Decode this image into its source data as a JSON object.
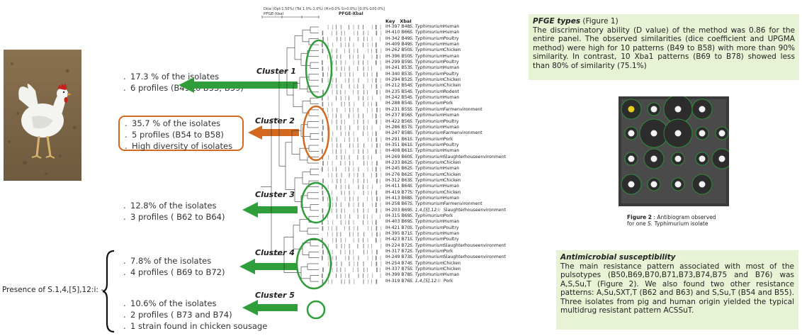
{
  "dendrogram_header": {
    "scale_note": "Dice (Opt:1.50%) (Tol 1.0%-1.0%) (H>0.0% S>0.0%) [0.0%-100.0%]",
    "scale_left": "PFGE-XbaI",
    "scale_title": "PFGE-XbaI",
    "key_label": "Key",
    "xbal_label": "XbaI"
  },
  "clusters": [
    {
      "label": "Cluster 1",
      "lines": [
        "17.3 % of the isolates",
        "6 profiles (B49 to  B53; B59)"
      ]
    },
    {
      "label": "Cluster 2",
      "lines": [
        "35.7 % of the  isolates",
        "5 profiles (B54 to B58)",
        "High diversity  of isolates"
      ]
    },
    {
      "label": "Cluster 3",
      "lines": [
        "12.8% of the isolates",
        "3 profiles ( B62 to B64)"
      ]
    },
    {
      "label": "Cluster 4",
      "lines": [
        "7.8% of the isolates",
        "4 profiles ( B69 to B72)"
      ]
    },
    {
      "label": "Cluster 5",
      "lines": [
        "10.6% of the isolates",
        "2 profiles ( B73 and B74)",
        "1 strain found in chicken sousage"
      ]
    }
  ],
  "presence_label": "Presence of S.1,4,[5],12:i: -",
  "isolates": [
    [
      "IH-397 B48",
      "S. Typhimurium",
      "Human"
    ],
    [
      "IH-410 B66",
      "S. Typhimurium",
      "Human"
    ],
    [
      "IH-342 B49",
      "S. Typhimurium",
      "Poultry"
    ],
    [
      "IH-409 B49",
      "S. Typhimurium",
      "Human"
    ],
    [
      "IH-262 B50",
      "S. Typhimurium",
      "Chicken"
    ],
    [
      "IH-396 B50",
      "S. Typhimurium",
      "Human"
    ],
    [
      "IH-299 B59",
      "S. Typhimurium",
      "Poultry"
    ],
    [
      "IH-241 B53",
      "S. Typhimurium",
      "Human"
    ],
    [
      "IH-340 B53",
      "S. Typhimurium",
      "Poultry"
    ],
    [
      "IH-294 B52",
      "S. Typhimurium",
      "Chicken"
    ],
    [
      "IH-212 B54",
      "S. Typhimurium",
      "Chicken"
    ],
    [
      "IH-235 B54",
      "S. Typhimurium",
      "Rodent"
    ],
    [
      "IH-242 B54",
      "S. Typhimurium",
      "Human"
    ],
    [
      "IH-288 B54",
      "S. Typhimurium",
      "Pork"
    ],
    [
      "IH-231 B55",
      "S. Typhimurium",
      "Farmenvironment"
    ],
    [
      "IH-237 B56",
      "S. Typhimurium",
      "Human"
    ],
    [
      "IH-422 B56",
      "S. Typhimurium",
      "Poultry"
    ],
    [
      "IH-286 B57",
      "S. Typhimurium",
      "Human"
    ],
    [
      "IH-247 B58",
      "S. Typhimurium",
      "Farmenvironment"
    ],
    [
      "IH-291 B61",
      "S. Typhimurium",
      "Pork"
    ],
    [
      "IH-351 B61",
      "S. Typhimurium",
      "Poultry"
    ],
    [
      "IH-408 B61",
      "S. Typhimurium",
      "Human"
    ],
    [
      "IH-269 B60",
      "S. Typhimurium",
      "Slaughterhouseenvironment"
    ],
    [
      "IH-233 B62",
      "S. Typhimurium",
      "Chicken"
    ],
    [
      "IH-245 B62",
      "S. Typhimurium",
      "Human"
    ],
    [
      "IH-276 B62",
      "S. Typhimurium",
      "Chicken"
    ],
    [
      "IH-312 B63",
      "S. Typhimurium",
      "Chicken"
    ],
    [
      "IH-411 B64",
      "S. Typhimurium",
      "Human"
    ],
    [
      "IH-419 B77",
      "S. Typhimurium",
      "Chicken"
    ],
    [
      "IH-413 B68",
      "S. Typhimurium",
      "Human"
    ],
    [
      "IH-258 B67",
      "S. Typhimurium",
      "Farmenvironment"
    ],
    [
      "IH-203 B69",
      "S. 1,4,[5],12:i:",
      "Slaughterhouseenvironment"
    ],
    [
      "IH-315 B69",
      "S. Typhimurium",
      "Pork"
    ],
    [
      "IH-403 B69",
      "S. Typhimurium",
      "Human"
    ],
    [
      "IH-421 B70",
      "S. Typhimurium",
      "Poultry"
    ],
    [
      "IH-395 B71",
      "S. Typhimurium",
      "Human"
    ],
    [
      "IH-423 B71",
      "S. Typhimurium",
      "Poultry"
    ],
    [
      "IH-224 B72",
      "S. Typhimurium",
      "Slaughterhouseenvironment"
    ],
    [
      "IH-317 B72",
      "S. Typhimurium",
      "Pork"
    ],
    [
      "IH-249 B73",
      "S. Typhimurium",
      "Slaughterhouseenvironment"
    ],
    [
      "IH-254 B74",
      "S. Typhimurium",
      "Chicken"
    ],
    [
      "IH-337 B75",
      "S. Typhimurium",
      "Chicken"
    ],
    [
      "IH-399 B78",
      "S. Typhimurium",
      "Human"
    ],
    [
      "IH-319 B76",
      "S. 1,4,[5],12:i:",
      "Pork"
    ]
  ],
  "pfge_box": {
    "title": "PFGE types",
    "title_suffix": " (Figure 1)",
    "body": "The discriminatory ability (D value) of the method was 0.86 for the entire panel. The observed similarities (dice coefficient and UPGMA method) were high for 10 patterns (B49 to B58) with more than 90% similarity. In contrast, 10 Xba1 patterns (B69 to B78) showed less than 80% of similarity (75.1%)"
  },
  "figure2": {
    "caption_bold": "Figure  2",
    "caption_rest": "  : Antibiogram observed",
    "caption_line2_pre": "for one ",
    "caption_line2_em": "S.",
    "caption_line2_post": " Typhimurium isolate"
  },
  "amr_box": {
    "title": "Antimicrobial susceptibility",
    "body": "The main resistance pattern associated with most of the pulsotypes (B50,B69,B70,B71,B73,B74,B75 and B76) was A,S,Su,T (Figure 2). We also found two other resistance patterns: A,Su,SXT,T (B62 and B63) and S,Su,T (B54 and B55). Three isolates from pig and human origin yielded the typical multidrug resistant pattern ACSSuT."
  },
  "colors": {
    "green": "#2e9d3a",
    "orange": "#d2691e",
    "box_bg": "#e8f3d6"
  }
}
